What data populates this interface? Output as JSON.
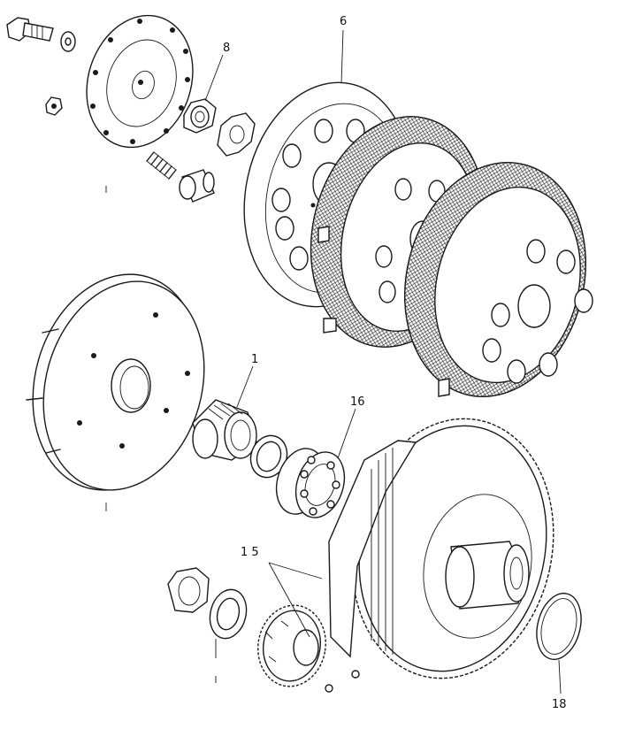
{
  "callouts": {
    "part_1": "1",
    "part_6": "6",
    "part_8": "8",
    "part_15": "1 5",
    "part_16": "16",
    "part_18": "18"
  },
  "colors": {
    "ink": "#1a1a1a",
    "paper": "#ffffff"
  }
}
